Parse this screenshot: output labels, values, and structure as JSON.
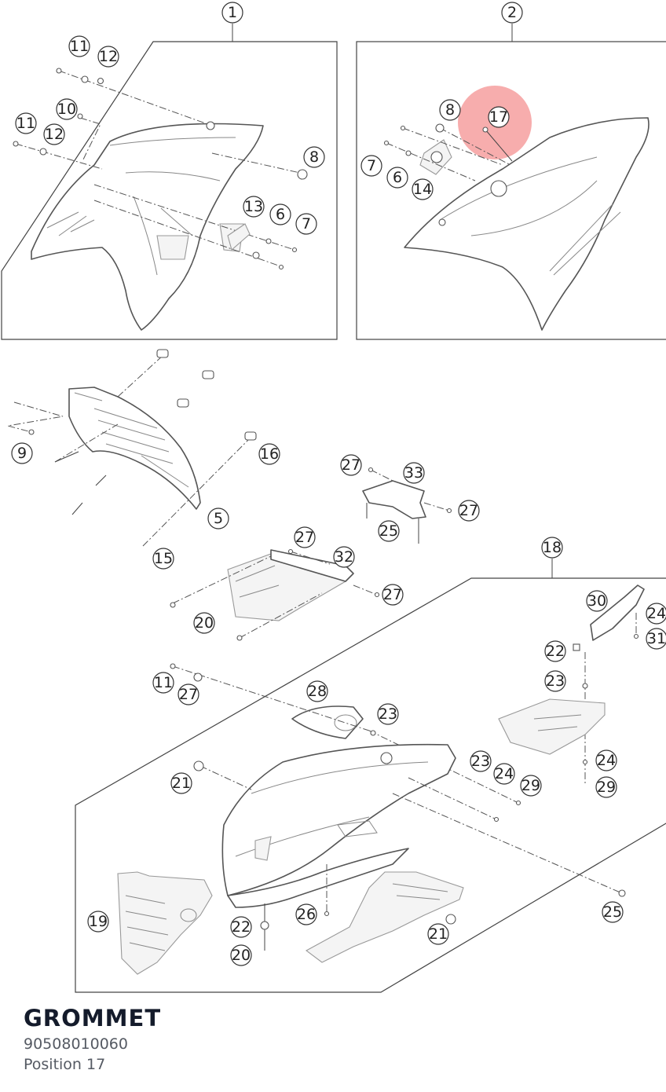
{
  "part": {
    "name": "GROMMET",
    "number": "90508010060",
    "position": "Position 17"
  },
  "highlight": {
    "callout": "17",
    "color": "#f06a6a"
  },
  "callouts": {
    "c1": "1",
    "c2": "2",
    "c11a": "11",
    "c12a": "12",
    "c10": "10",
    "c11b": "11",
    "c12b": "12",
    "c8a": "8",
    "c13": "13",
    "c6a": "6",
    "c7a": "7",
    "c8b": "8",
    "c17": "17",
    "c7b": "7",
    "c6b": "6",
    "c14": "14",
    "c9": "9",
    "c16": "16",
    "c5": "5",
    "c15": "15",
    "c27a": "27",
    "c33": "33",
    "c27b": "27",
    "c25a": "25",
    "c27c": "27",
    "c32": "32",
    "c27d": "27",
    "c20a": "20",
    "c18": "18",
    "c30": "30",
    "c24a": "24",
    "c31": "31",
    "c22a": "22",
    "c23a": "23",
    "c11c": "11",
    "c27e": "27",
    "c28": "28",
    "c23b": "23",
    "c24b": "24",
    "c29a": "29",
    "c23c": "23",
    "c24c": "24",
    "c29b": "29",
    "c21a": "21",
    "c25b": "25",
    "c19": "19",
    "c22b": "22",
    "c20b": "20",
    "c26": "26",
    "c21b": "21"
  }
}
